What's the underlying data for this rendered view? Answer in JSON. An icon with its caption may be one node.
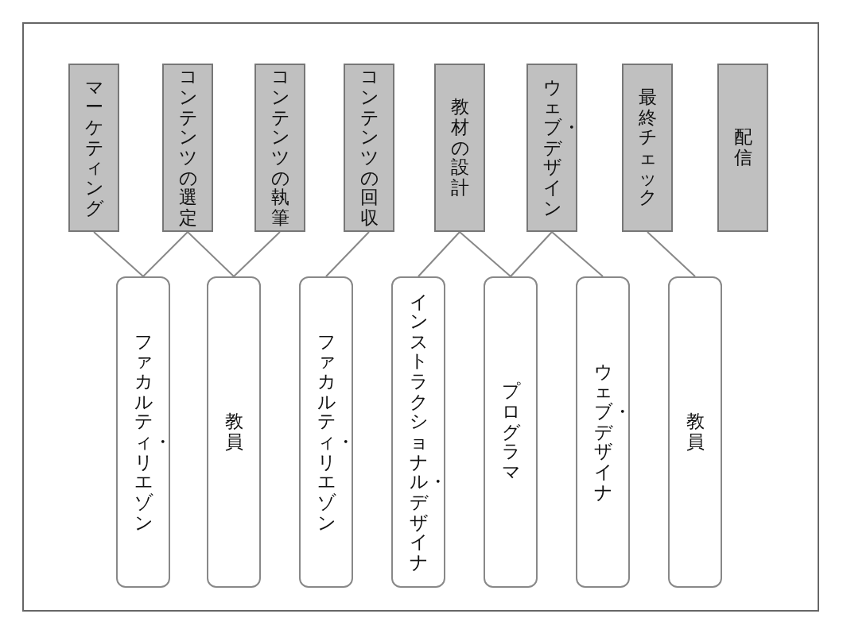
{
  "diagram": {
    "nodes": [
      {
        "text": [
          "マーケティング"
        ]
      },
      {
        "text": [
          "コンテンツの選定"
        ]
      },
      {
        "text": [
          "コンテンツの執筆"
        ]
      },
      {
        "text": [
          "コンテンツの回収"
        ]
      },
      {
        "text": [
          "教材の設計"
        ]
      },
      {
        "text": [
          "ウェブ・デザイン"
        ]
      },
      {
        "text": [
          "最終チェック"
        ]
      },
      {
        "text": [
          "配信"
        ]
      },
      {
        "text": [
          "ファカルティ・リエゾン"
        ]
      },
      {
        "text": [
          "教員"
        ]
      },
      {
        "text": [
          "ファカルティ・リエゾン"
        ]
      },
      {
        "text": [
          "インストラクショナル・デザイナ"
        ]
      },
      {
        "text": [
          "プログラマ"
        ]
      },
      {
        "text": [
          "ウェブ・デザイナ"
        ]
      },
      {
        "text": [
          "教員"
        ]
      }
    ],
    "edges": [
      {
        "from": 0,
        "to": 8,
        "arrow": "none"
      },
      {
        "from": 1,
        "to": 8,
        "arrow": "none"
      },
      {
        "from": 1,
        "to": 9,
        "arrow": "none"
      },
      {
        "from": 2,
        "to": 9,
        "arrow": "none"
      },
      {
        "from": 3,
        "to": 10,
        "arrow": "none"
      },
      {
        "from": 4,
        "to": 11,
        "arrow": "none"
      },
      {
        "from": 4,
        "to": 12,
        "arrow": "none"
      },
      {
        "from": 5,
        "to": 12,
        "arrow": "none"
      },
      {
        "from": 5,
        "to": 13,
        "arrow": "none"
      },
      {
        "from": 6,
        "to": 14,
        "arrow": "none"
      }
    ]
  }
}
